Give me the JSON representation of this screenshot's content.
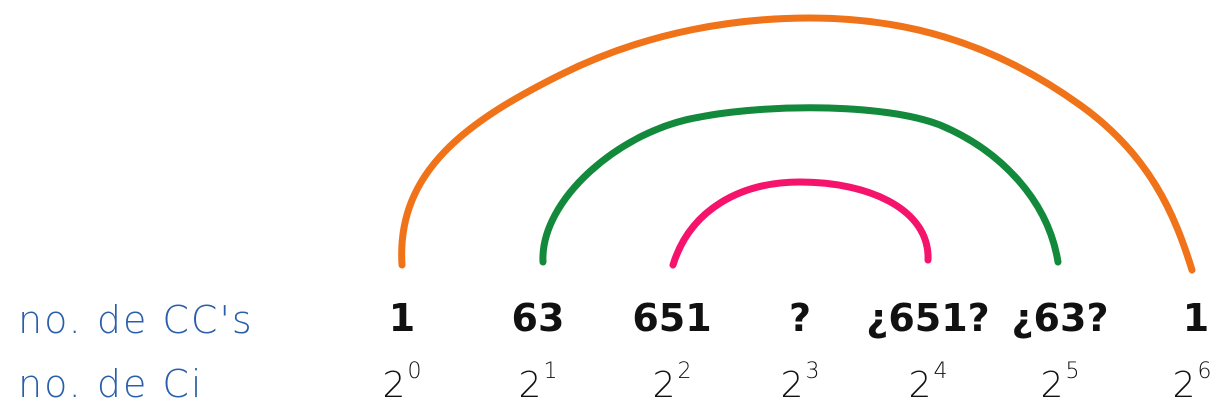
{
  "labels": {
    "cc_row": "no. de CC's",
    "ci_row": "no. de Ci"
  },
  "columns": [
    {
      "count": "1",
      "base": "2",
      "exponent": "0"
    },
    {
      "count": "63",
      "base": "2",
      "exponent": "1"
    },
    {
      "count": "651",
      "base": "2",
      "exponent": "2"
    },
    {
      "count": "?",
      "base": "2",
      "exponent": "3"
    },
    {
      "count": "¿651?",
      "base": "2",
      "exponent": "4"
    },
    {
      "count": "¿63?",
      "base": "2",
      "exponent": "5"
    },
    {
      "count": "1",
      "base": "2",
      "exponent": "6"
    }
  ],
  "arcs": [
    {
      "from_column": 0,
      "to_column": 6,
      "color": "#f07219"
    },
    {
      "from_column": 1,
      "to_column": 5,
      "color": "#12893b"
    },
    {
      "from_column": 2,
      "to_column": 4,
      "color": "#f5136b"
    }
  ]
}
